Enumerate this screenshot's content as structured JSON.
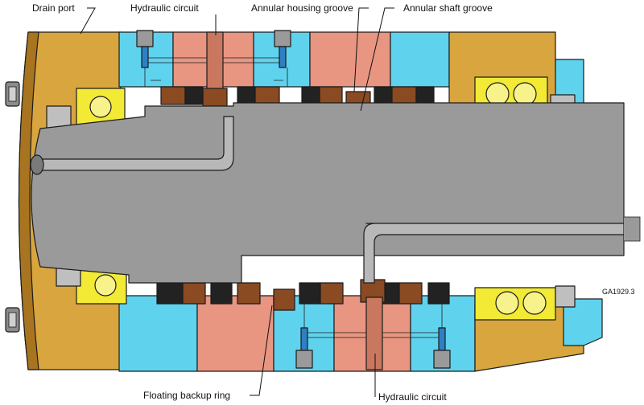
{
  "labels": {
    "drain_port": "Drain port",
    "hydraulic_circuit_top": "Hydraulic circuit",
    "annular_housing_groove": "Annular housing groove",
    "annular_shaft_groove": "Annular shaft groove",
    "floating_backup_ring": "Floating backup ring",
    "hydraulic_circuit_bottom": "Hydraulic circuit",
    "figure_code": "GA1929.3"
  },
  "colors": {
    "housing_orange": "#D9A53E",
    "housing_orange_dark": "#A87420",
    "housing_cyan": "#5FD3EE",
    "housing_salmon": "#E89582",
    "shaft_gray": "#9A9A9A",
    "shaft_gray_light": "#B8B8B8",
    "bearing_yellow": "#F2EA34",
    "bronze": "#8A4A22",
    "copper": "#C9785F",
    "seal_black": "#222222"
  }
}
